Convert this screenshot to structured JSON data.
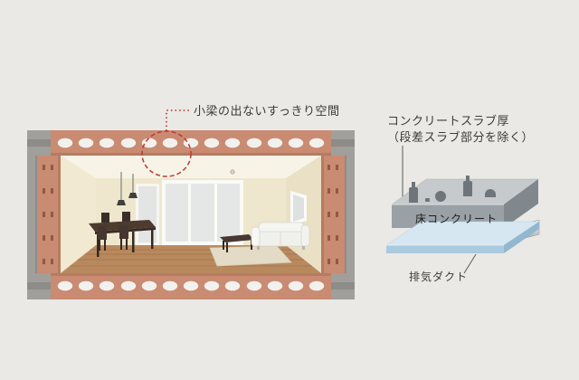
{
  "left_figure": {
    "callout": "小梁の出ないすっきり空間"
  },
  "right_figure": {
    "title_line1": "コンクリートスラブ厚",
    "title_line2": "（段差スラブ部分を除く）",
    "slab_label": "床コンクリート",
    "duct_label": "排気ダクト"
  },
  "colors": {
    "page-bg": "#eae9e5",
    "accent-red": "#bf392f",
    "slab-salmon": "#c98b72",
    "frame-gray": "#a09f9b",
    "wood-floor": "#b9895e",
    "concrete-top": "#c6cacc",
    "concrete-front": "#9aa1a6",
    "duct-blue-top": "#d6e7f2",
    "duct-blue-front": "#a9cadf",
    "label-text": "#3b3b39"
  }
}
